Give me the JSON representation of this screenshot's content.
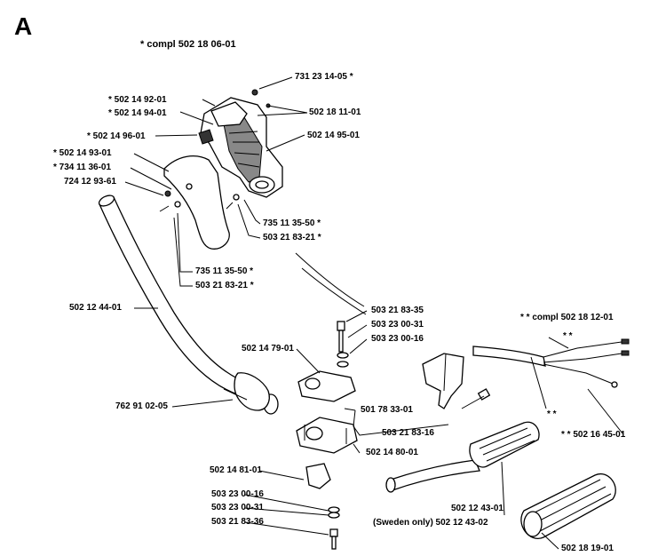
{
  "section_letter": "A",
  "assembly_note": "*  compl 502 18 06-01",
  "labels": {
    "l731231405": "731 23 14-05  *",
    "l502149201": "*  502 14 92-01",
    "l502149401": "*  502 14 94-01",
    "l502181101": "502 18 11-01",
    "l502149601": "*  502 14 96-01",
    "l502149501": "502 14 95-01",
    "l502149301": "*  502 14 93-01",
    "l734113601": "*  734 11 36-01",
    "l724129361": "724 12 93-61",
    "l735113550a": "735 11 35-50  *",
    "l503218321a": "503 21 83-21  *",
    "l735113550b": "735 11 35-50  *",
    "l503218321b": "503 21 83-21  *",
    "l502124401": "502 12 44-01",
    "l503218335": "503 21 83-35",
    "l503230031a": "503 23 00-31",
    "l503230016a": "503 23 00-16",
    "l502147901": "502 14 79-01",
    "l501783301": "501 78 33-01",
    "l503218316": "503 21 83-16",
    "l762910205": "762 91 02-05",
    "l502148001": "502 14 80-01",
    "l502181201": "*  *  compl 502 18 12-01",
    "l_starstar_top": "*  *",
    "l_starstar_mid": "*  *",
    "l502164501": "*  *  502 16 45-01",
    "l502148101": "502 14 81-01",
    "l503230016b": "503 23 00-16",
    "l503230031b": "503 23 00-31",
    "l503218336": "503 21 83-36",
    "l502124301": "502 12 43-01",
    "l502124302": "(Sweden only) 502 12 43-02",
    "l502181901": "502 18 19-01"
  }
}
